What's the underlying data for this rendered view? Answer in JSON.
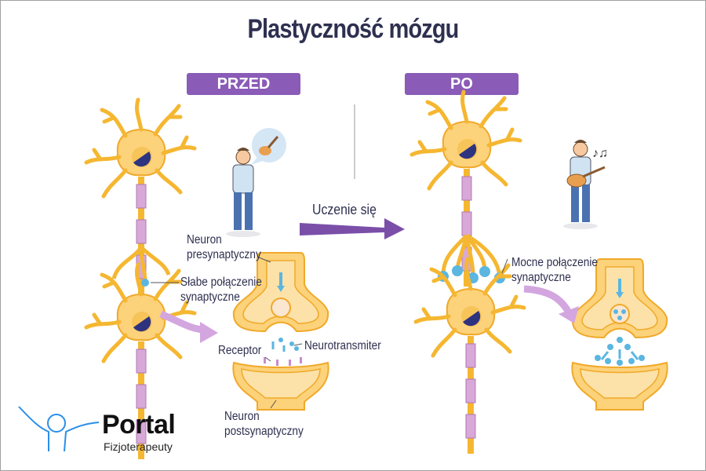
{
  "title": "Plastyczność mózgu",
  "before": {
    "banner": "PRZED",
    "labels": {
      "presynaptic": [
        "Neuron",
        "presynaptyczny"
      ],
      "weak_connection": [
        "Słabe połączenie",
        "synaptyczne"
      ],
      "receptor": "Receptor",
      "neurotransmitter": "Neurotransmiter",
      "postsynaptic": [
        "Neuron",
        "postsynaptyczny"
      ]
    }
  },
  "after": {
    "banner": "PO",
    "labels": {
      "strong_connection": [
        "Mocne połączenie",
        "synaptyczne"
      ]
    }
  },
  "learning_arrow_label": "Uczenie się",
  "logo": {
    "name": "Portal",
    "subtitle": "Fizjoterapeuty"
  },
  "colors": {
    "title": "#2e3050",
    "banner": "#8a5bb7",
    "neuron_fill": "#fcd27a",
    "neuron_outline": "#f0a92a",
    "axon": "#d8a8d8",
    "arrow": "#7b4fa8",
    "curved_arrow": "#d3a6e0",
    "synapse_highlight": "#5bb6e0"
  }
}
